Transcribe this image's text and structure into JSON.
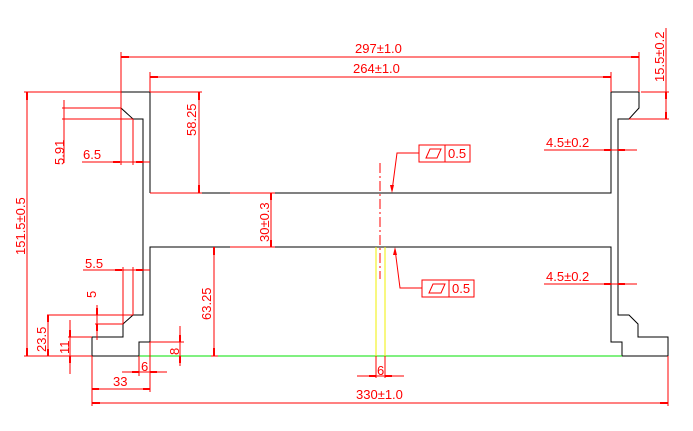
{
  "drawing": {
    "dimensions": {
      "overall_top": "297±1.0",
      "inner_top": "264±1.0",
      "overall_bottom": "330±1.0",
      "flange_height": "15.5±0.2",
      "total_height": "151.5±0.5",
      "upper_depth": "58.25",
      "web_thickness": "30±0.3",
      "lower_depth": "63.25",
      "chamfer_top": "5.91",
      "wall_top": "6.5",
      "wall_bottom": "5.5",
      "step_5": "5",
      "height_23_5": "23.5",
      "height_11": "11",
      "foot_8": "8",
      "foot_6": "6",
      "foot_33": "33",
      "slot_6": "6",
      "right_wall_upper": "4.5±0.2",
      "right_wall_lower": "4.5±0.2"
    },
    "tolerances": [
      {
        "symbol": "flatness-icon",
        "value": "0.5"
      },
      {
        "symbol": "flatness-icon",
        "value": "0.5"
      }
    ],
    "colors": {
      "outline": "#000000",
      "dimension": "#ff0000",
      "datum": "#00e000",
      "slot": "#f0f000"
    }
  }
}
